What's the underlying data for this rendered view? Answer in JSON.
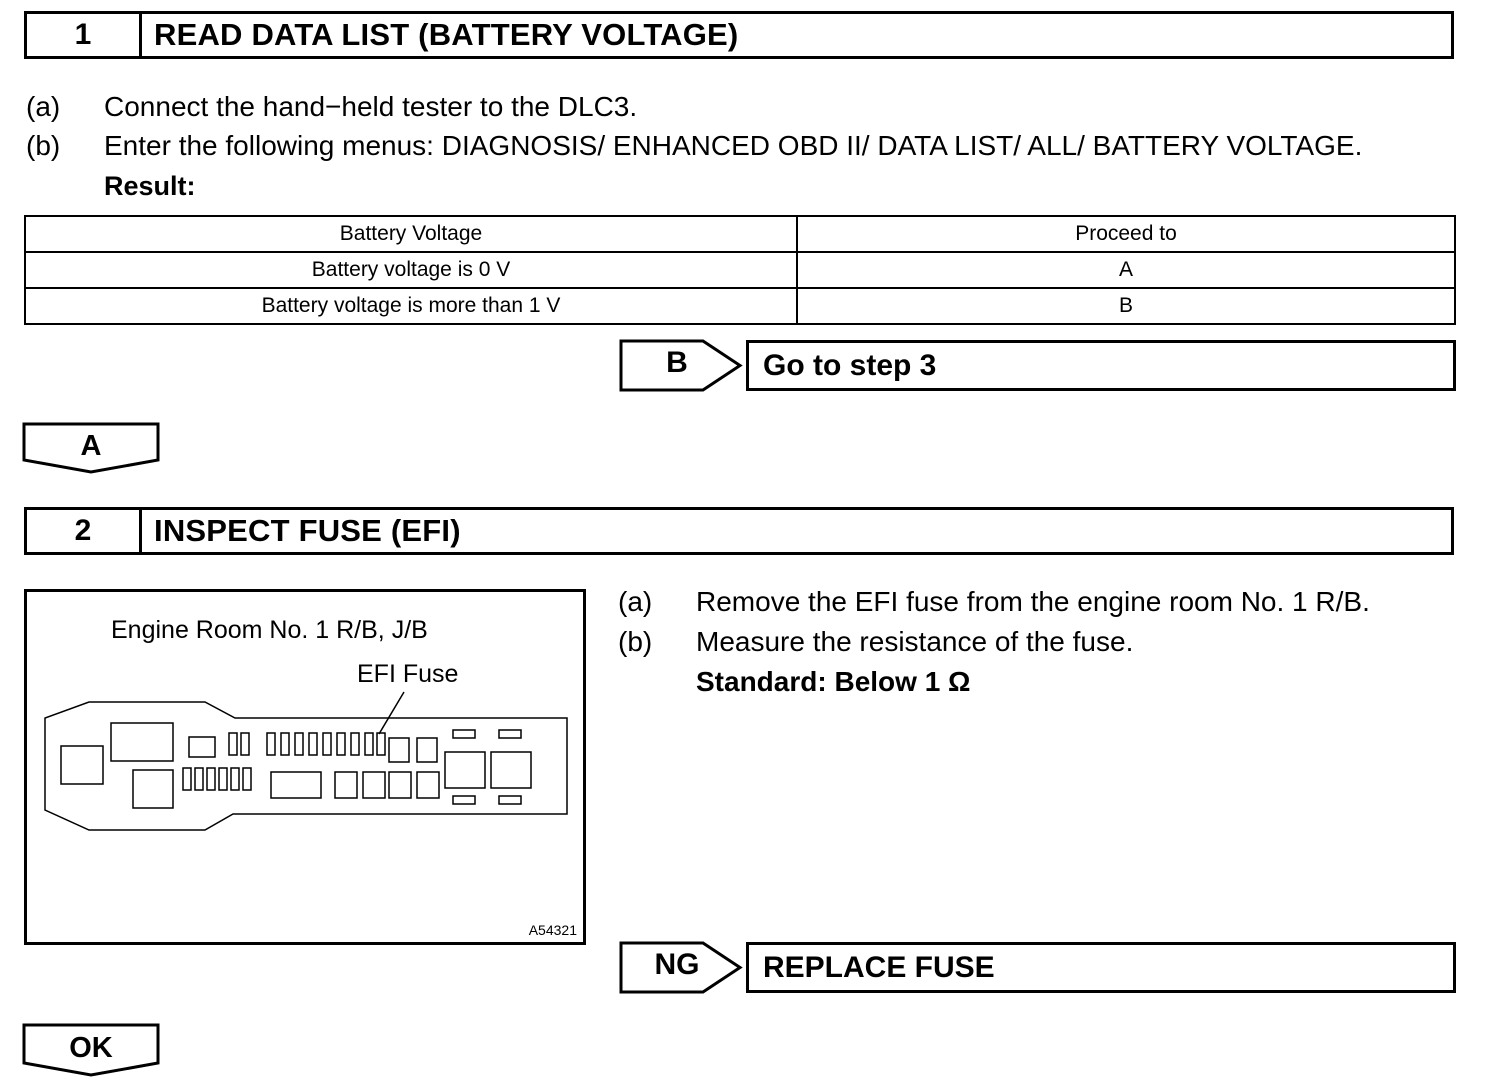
{
  "step1": {
    "number": "1",
    "title": "READ DATA LIST (BATTERY VOLTAGE)",
    "instructions": [
      {
        "label": "(a)",
        "text": "Connect the hand−held tester to the DLC3."
      },
      {
        "label": "(b)",
        "text": "Enter the following menus: DIAGNOSIS/ ENHANCED OBD II/ DATA LIST/ ALL/ BATTERY VOLTAGE."
      }
    ],
    "result_label": "Result:",
    "table": {
      "headers": [
        "Battery Voltage",
        "Proceed to"
      ],
      "rows": [
        [
          "Battery voltage is 0 V",
          "A"
        ],
        [
          "Battery voltage is more than 1 V",
          "B"
        ]
      ]
    },
    "branch": {
      "code": "B",
      "text": "Go to step 3"
    },
    "continue_code": "A"
  },
  "step2": {
    "number": "2",
    "title": "INSPECT FUSE (EFI)",
    "figure": {
      "caption": "Engine Room No. 1 R/B, J/B",
      "callout": "EFI Fuse",
      "figure_id": "A54321"
    },
    "instructions": [
      {
        "label": "(a)",
        "text": "Remove the EFI fuse from the engine room No. 1 R/B."
      },
      {
        "label": "(b)",
        "text": "Measure the resistance of the fuse."
      }
    ],
    "standard_label": "Standard:",
    "standard_value": "Below 1 Ω",
    "branch": {
      "code": "NG",
      "text": "REPLACE FUSE"
    },
    "continue_code": "OK"
  }
}
